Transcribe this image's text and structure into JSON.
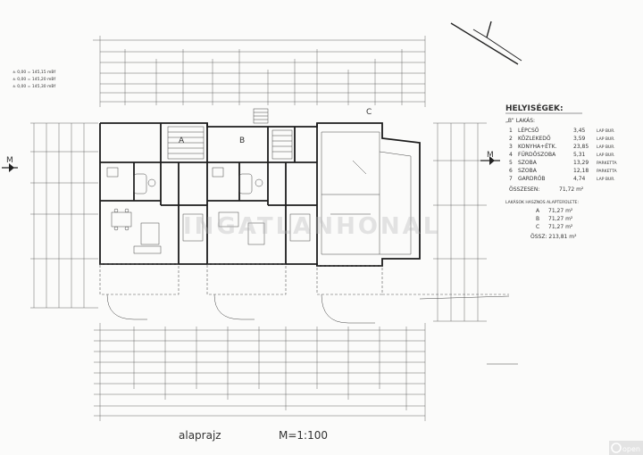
{
  "drawing": {
    "title": "alaprajz",
    "scale": "M=1:100",
    "section_marker": "M",
    "unit_labels": [
      "A",
      "B",
      "C"
    ],
    "top_left_notes": [
      "± 0,00 = 145,15 mBf",
      "± 0,00 = 145,20 mBf",
      "± 0,00 = 145,30 mBf"
    ],
    "watermark": "INGATLANHONAL",
    "corner_logo": "open"
  },
  "legend": {
    "heading": "HELYISÉGEK:",
    "subheading": "„B” LAKÁS:",
    "rooms": [
      {
        "no": "1",
        "name": "LÉPCSŐ",
        "area": "3,45",
        "floor": "LAP BUR."
      },
      {
        "no": "2",
        "name": "KÖZLEKEDŐ",
        "area": "3,59",
        "floor": "LAP BUR."
      },
      {
        "no": "3",
        "name": "KONYHA+ÉTK.",
        "area": "23,85",
        "floor": "LAP BUR."
      },
      {
        "no": "4",
        "name": "FÜRDŐSZOBA",
        "area": "5,31",
        "floor": "LAP BUR."
      },
      {
        "no": "5",
        "name": "SZOBA",
        "area": "13,29",
        "floor": "PARKETTA"
      },
      {
        "no": "6",
        "name": "SZOBA",
        "area": "12,18",
        "floor": "PARKETTA"
      },
      {
        "no": "7",
        "name": "GARDRÓB",
        "area": "4,74",
        "floor": "LAP BUR."
      }
    ],
    "total_label": "ÖSSZESEN:",
    "total_value": "71,72 m²",
    "units_heading": "LAKÁSOK HASZNOS ALAPTERÜLETE:",
    "units": [
      {
        "name": "A",
        "area": "71,27 m²"
      },
      {
        "name": "B",
        "area": "71,27 m²"
      },
      {
        "name": "C",
        "area": "71,27 m²"
      }
    ],
    "grand_total": "ÖSSZ: 213,81 m²"
  }
}
